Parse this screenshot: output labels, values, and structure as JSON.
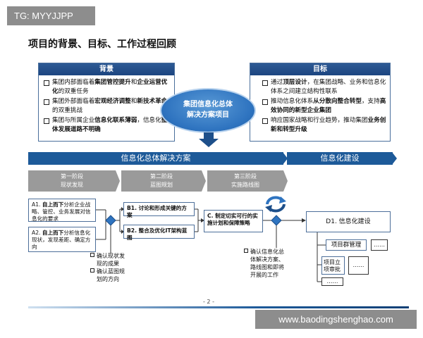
{
  "tag": "TG: MYYJJPP",
  "page_title": "项目的背景、目标、工作过程回顾",
  "background": {
    "title": "背景",
    "items": [
      [
        "集团内部面临着",
        "集团管控提升",
        "和",
        "企业运营优化",
        "的双重任务"
      ],
      [
        "集团外部面临着",
        "宏观经济调整",
        "和",
        "新技术革命",
        "的双重挑战"
      ],
      [
        "集团与所属企业",
        "信息化联系薄弱",
        "，信息化",
        "整体发展道路不明确",
        ""
      ]
    ]
  },
  "goal": {
    "title": "目标",
    "items": [
      [
        "通过",
        "顶层设计",
        "，在集团战略、业务和信息化体系之间建立结构性联系",
        "",
        ""
      ],
      [
        "推动信息化体系",
        "从分散向整合转型",
        "，支持",
        "高效协同的新型企业集团",
        ""
      ],
      [
        "响应国家战略和行业趋势，推动集团",
        "业务创新和转型升级",
        "",
        "",
        ""
      ]
    ]
  },
  "center_oval": [
    "集团信息化总体",
    "解决方案项目"
  ],
  "bars": {
    "left": "信息化总体解决方案",
    "right": "信息化建设"
  },
  "stages": [
    {
      "l1": "第一阶段",
      "l2": "现状发现"
    },
    {
      "l1": "第二阶段",
      "l2": "蓝图规划"
    },
    {
      "l1": "第三阶段",
      "l2": "实施路线图"
    }
  ],
  "boxes": {
    "a1": [
      "A1. ",
      "自上而下",
      "分析企业战略、管控、业务发展对信息化的要求"
    ],
    "a2": [
      "A2. ",
      "自上而下",
      "分析信息化现状，发现差距、确定方向"
    ],
    "b1": [
      "B1. 讨论和形成关键的方案"
    ],
    "b2": [
      "B2. 整合及优化IT架构蓝图"
    ],
    "c": [
      "C. 制定切实可行的实施计划和保障策略"
    ],
    "d1": "D1. 信息化建设",
    "proj_mgmt": "项目群管理",
    "proj_review": "项目立项审批",
    "dots": "……"
  },
  "notes": {
    "n1": [
      "确认现状发",
      "现的成果",
      "确认蓝图规",
      "划的方向"
    ],
    "n2": [
      "确认信息化总",
      "体解决方案、",
      "路线图和即将",
      "开展的工作"
    ]
  },
  "page_number": "- 2 -",
  "watermark": "www.baodingshenghao.com",
  "colors": {
    "primary": "#1d5a99",
    "stage_gray": "#9a9a9a",
    "oval": "#2f74c0"
  }
}
